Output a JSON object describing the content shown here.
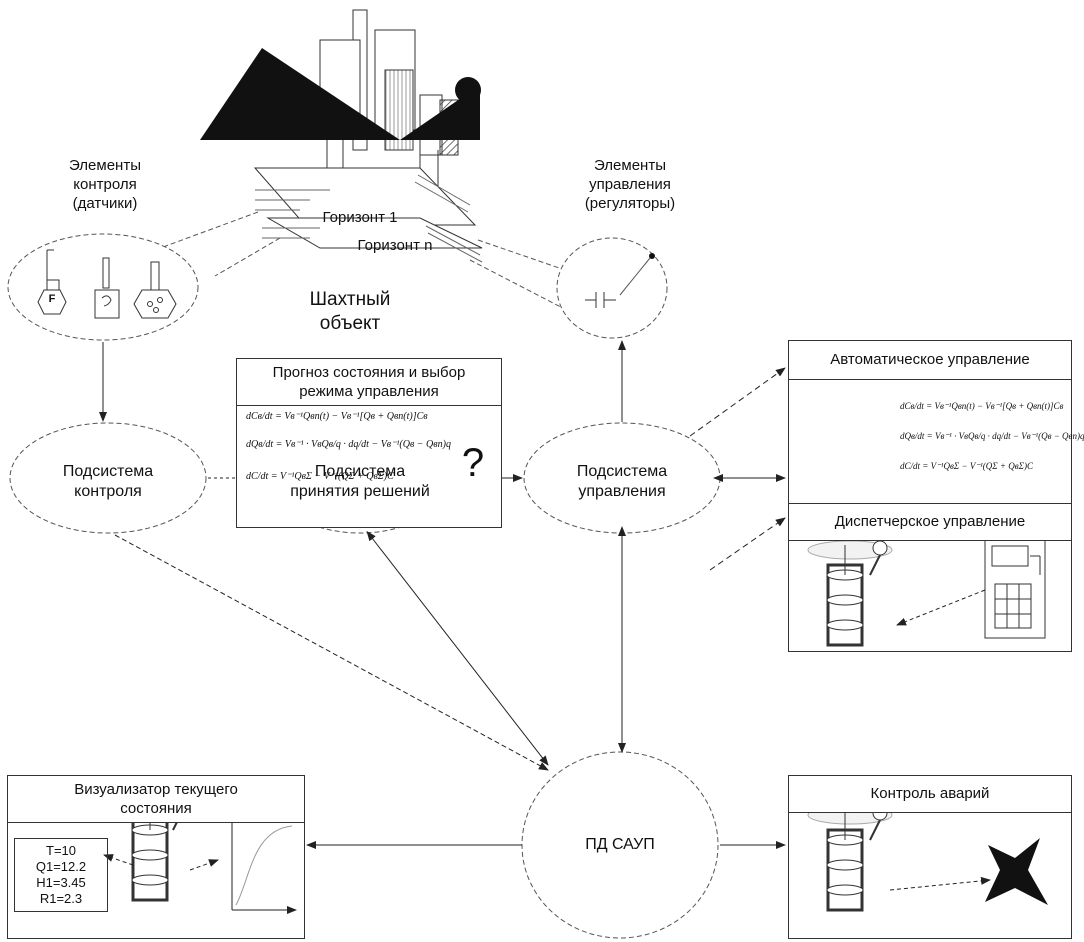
{
  "object": {
    "horizon_1": "Горизонт 1",
    "horizon_n": "Горизонт n",
    "title_line1": "Шахтный",
    "title_line2": "объект"
  },
  "sensors": {
    "title_line1": "Элементы",
    "title_line2": "контроля",
    "title_line3": "(датчики)",
    "sensor_letter": "F"
  },
  "regulators": {
    "title_line1": "Элементы",
    "title_line2": "управления",
    "title_line3": "(регуляторы)"
  },
  "forecast": {
    "title_line1": "Прогноз состояния и выбор",
    "title_line2": "режима управления",
    "equations": [
      "dCв/dt = Vв⁻¹Qвп(t) − Vв⁻¹[Qв + Qвп(t)]Cв",
      "dQв/dt = Vв⁻¹ · VвQв/q · dq/dt − Vв⁻¹(Qв − Qвп)q",
      "dC/dt = V⁻¹QвΣ − V⁻¹(QΣ + QвΣ)C"
    ],
    "question_mark": "?"
  },
  "automatic": {
    "title": "Автоматическое управление",
    "equations": [
      "dCв/dt = Vв⁻¹Qвп(t) − Vв⁻¹[Qв + Qвп(t)]Cв",
      "dQв/dt = Vв⁻¹ · VвQв/q · dq/dt − Vв⁻¹(Qв − Qвп)q",
      "dC/dt = V⁻¹QвΣ − V⁻¹(QΣ + QвΣ)C"
    ]
  },
  "dispatch": {
    "title": "Диспетчерское управление"
  },
  "alarms": {
    "title": "Контроль аварий"
  },
  "visualizer": {
    "title_line1": "Визуализатор текущего",
    "title_line2": "состояния",
    "stats": [
      "T=10",
      "Q1=12.2",
      "H1=3.45",
      "R1=2.3"
    ]
  },
  "subsystems": {
    "control_line1": "Подсистема",
    "control_line2": "контроля",
    "decision_line1": "Подсистема",
    "decision_line2": "принятия решений",
    "management_line1": "Подсистема",
    "management_line2": "управления",
    "core": "ПД САУП"
  }
}
